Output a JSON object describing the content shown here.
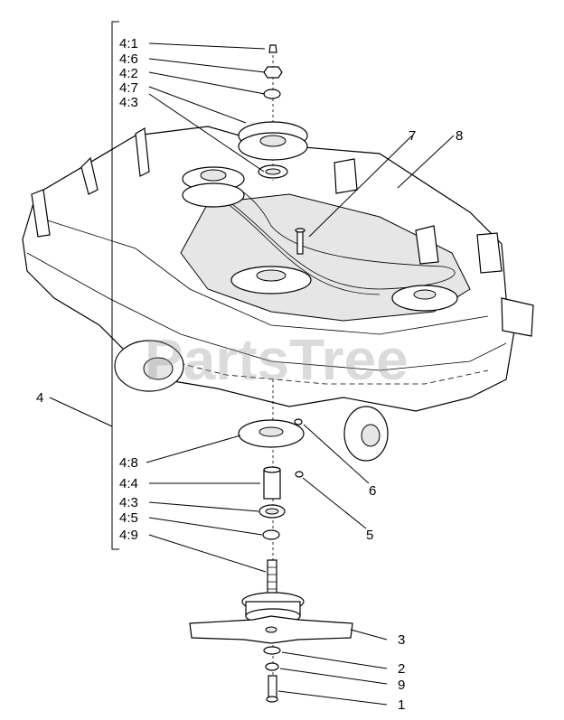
{
  "watermark": "PartsTree",
  "callouts": {
    "c4_1": "4:1",
    "c4_6": "4:6",
    "c4_2": "4:2",
    "c4_7": "4:7",
    "c4_3_top": "4:3",
    "c7": "7",
    "c8": "8",
    "c4": "4",
    "c4_8": "4:8",
    "c6": "6",
    "c4_4": "4:4",
    "c4_3_bottom": "4:3",
    "c4_5": "4:5",
    "c5": "5",
    "c4_9": "4:9",
    "c3": "3",
    "c2": "2",
    "c9": "9",
    "c1": "1"
  }
}
